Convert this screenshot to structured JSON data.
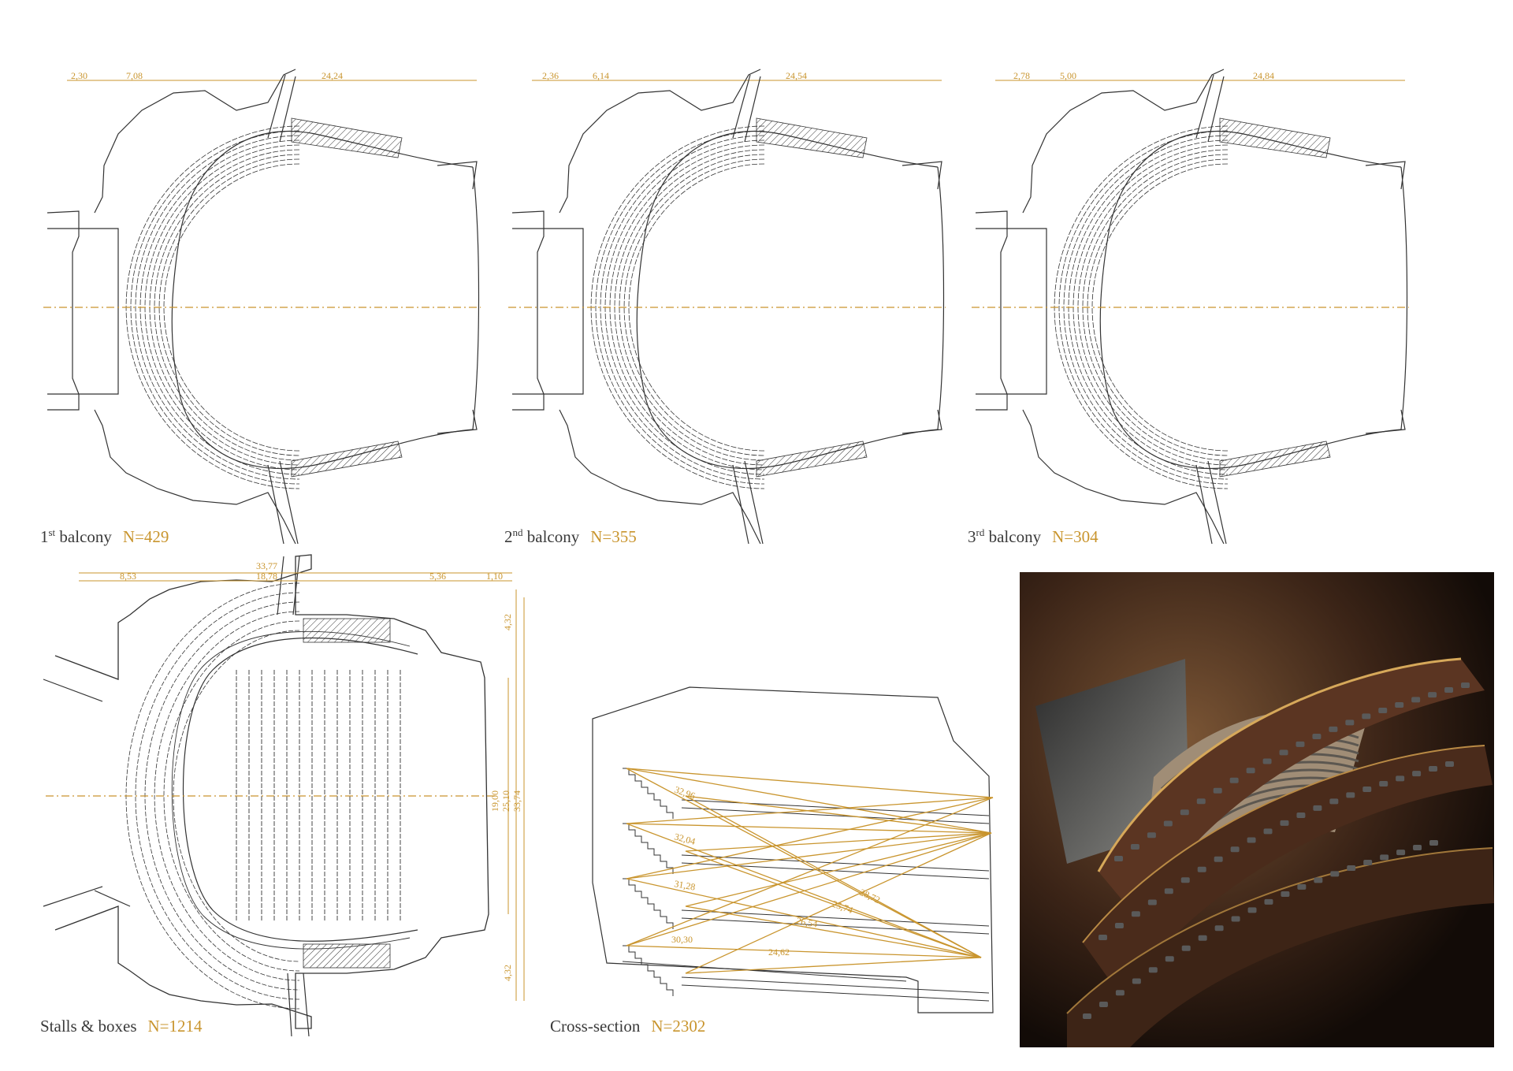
{
  "colors": {
    "gold": "#c9952e",
    "ink": "#3a3a3a",
    "render_bg": "#1c120c",
    "wood": "#6a4028",
    "seat": "#4d4d4d"
  },
  "panels": {
    "balcony1": {
      "caption_main": "1",
      "caption_sup": "st",
      "caption_rest": " balcony",
      "count": "N=429",
      "dims": [
        "2,30",
        "7,08",
        "24,24"
      ]
    },
    "balcony2": {
      "caption_main": "2",
      "caption_sup": "nd",
      "caption_rest": " balcony",
      "count": "N=355",
      "dims": [
        "2,36",
        "6,14",
        "24,54"
      ]
    },
    "balcony3": {
      "caption_main": "3",
      "caption_sup": "rd",
      "caption_rest": " balcony",
      "count": "N=304",
      "dims": [
        "2,78",
        "5,00",
        "24,84"
      ]
    },
    "stalls": {
      "caption": "Stalls & boxes",
      "count": "N=1214",
      "dims_top": [
        "33,77",
        "8,53",
        "18,78",
        "5,36",
        "1,10"
      ],
      "dims_right": [
        "4,32",
        "19,00",
        "25,10",
        "33,74",
        "4,32"
      ]
    },
    "section": {
      "caption": "Cross-section",
      "count": "N=2302",
      "sight_lines": [
        "32,96",
        "32,04",
        "31,28",
        "30,30",
        "28,72",
        "25,74",
        "24,62",
        "26,54"
      ]
    }
  },
  "icons": {
    "render": "auditorium-render-image"
  }
}
